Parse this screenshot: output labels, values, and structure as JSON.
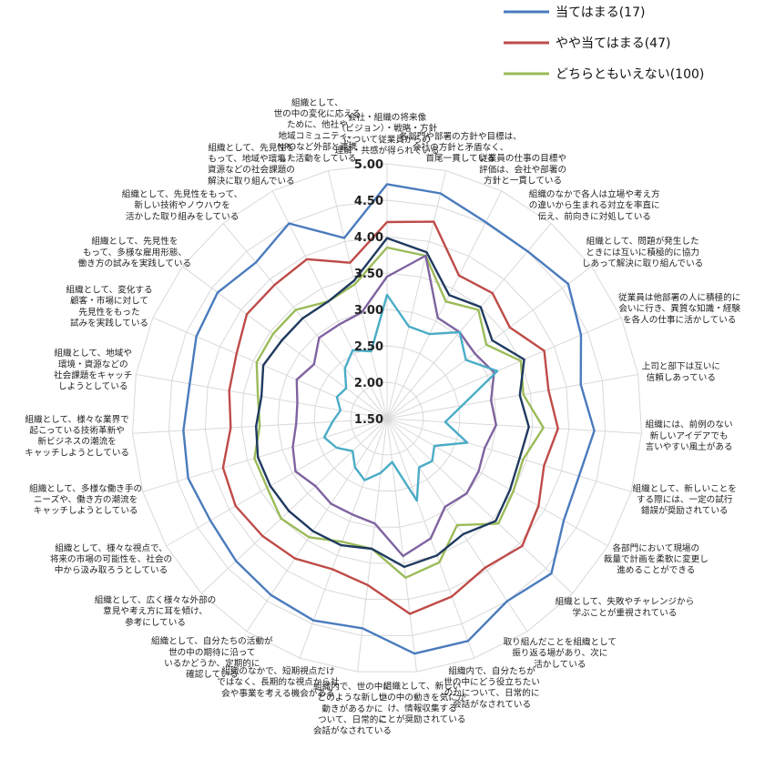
{
  "chart_data": {
    "type": "radar",
    "range": [
      1.5,
      5.0
    ],
    "ticks": [
      "1.50",
      "2.00",
      "2.50",
      "3.00",
      "3.50",
      "4.00",
      "4.50",
      "5.00"
    ],
    "grid": true,
    "legend_position": "top-right",
    "axes": [
      "会社・組織の将来像\n（ビジョン）・戦略・方針\nについて従業員からの\n理解・共感が得られている",
      "各部門や部署の方針や目標は、\n会社の方針と矛盾なく、\n首尾一貫している",
      "従業員の仕事の目標や\n評価は、会社や部署の\n方針と一貫している",
      "組織のなかで各人は立場や考え方\nの違いから生まれる対立を率直に\n伝え、前向きに対処している",
      "組織として、問題が発生した\nときには互いに積極的に協力\nしあって解決に取り組んでいる",
      "従業員は他部署の人に積極的に\n会いに行き、異質な知識・経験\nを各人の仕事に活かしている",
      "上司と部下は互いに\n信頼しあっている",
      "組織には、前例のない\n新しいアイデアでも\n言いやすい風土がある",
      "組織として、新しいことを\nする際には、一定の試行\n錯誤が奨励されている",
      "各部門において現場の\n裁量で計画を柔軟に変更し\n進めることができる",
      "組織として、失敗やチャレンジから\n学ぶことが重視されている",
      "取り組んだことを組織として\n振り返る場があり、次に\n活かしている",
      "組織内で、自分たちが\n世の中にどう役立ちたい\nのかについて、日常的に\n会話がなされている",
      "組織として、新しい\n世の中の動きを気にか\nけ、情報収集する\nことが奨励されている",
      "組織内で、世の中に\nどのような新しい\n動きがあるかに\nついて、日常的に\n会話がなされている",
      "組織のなかで、短期視点だけ\nではなく、長期的な視点から社\n会や事業を考える機会がある",
      "組織として、自分たちの活動が\n世の中の期待に沿って\nいるかどうか、定期的に\n確認している",
      "組織として、広く様々な外部の\n意見や考え方に耳を傾け、\n参考にしている",
      "組織として、様々な視点で、\n将来の市場の可能性を、社会の\n中から汲み取ろうとしている",
      "組織として、多様な働き手の\nニーズや、働き方の潮流を\nキャッチしようとしている",
      "組織として、様々な業界で\n起こっている技術革新や\n新ビジネスの潮流を\nキャッチしようとしている",
      "組織として、地域や\n環境・資源などの\n社会課題をキャッチ\nしようとしている",
      "組織として、変化する\n顧客・市場に対して\n先見性をもった\n試みを実践している",
      "組織として、先見性を\nもって、多様な雇用形態、\n働き方の試みを実践している",
      "組織として、先見性をもって、\n新しい技術やノウハウを\n活かした取り組みをしている",
      "組織として、先見性を\nもって、地域や環境・\n資源などの社会課題の\n解決に取り組んでいる",
      "組織として、\n世の中の変化に応える\nために、他社や\n地域コミュニティ、\nNPOなど外部と連携\nした活動をしている"
    ],
    "series": [
      {
        "name": "当てはまる(17)",
        "color": "#4a7bbd",
        "legend": true,
        "values": [
          4.72,
          4.68,
          4.52,
          4.5,
          4.6,
          4.4,
          4.2,
          4.35,
          4.25,
          4.3,
          4.6,
          4.5,
          4.75,
          4.75,
          4.4,
          4.45,
          4.4,
          4.35,
          4.3,
          4.35,
          4.3,
          4.25,
          4.35,
          4.4,
          4.3,
          4.5,
          4.05
        ]
      },
      {
        "name": "やや当てはまる(47)",
        "color": "#be4b48",
        "legend": true,
        "values": [
          4.2,
          4.28,
          3.7,
          3.75,
          3.6,
          3.85,
          3.75,
          3.85,
          3.75,
          3.9,
          4.05,
          3.95,
          4.1,
          4.2,
          3.8,
          3.7,
          3.8,
          3.85,
          3.9,
          3.85,
          3.65,
          3.7,
          3.75,
          3.9,
          3.9,
          3.95,
          3.7
        ]
      },
      {
        "name": "どちらともいえない(100)",
        "color": "#9bbb59",
        "legend": true,
        "values": [
          3.85,
          3.8,
          3.3,
          3.45,
          3.2,
          3.5,
          3.4,
          3.65,
          3.45,
          3.5,
          3.6,
          3.25,
          3.6,
          3.7,
          3.3,
          3.3,
          3.45,
          3.5,
          3.4,
          3.4,
          3.25,
          3.3,
          3.45,
          3.45,
          3.45,
          3.3,
          3.4
        ]
      },
      {
        "name": "",
        "color": "#1f3a5f",
        "legend": false,
        "values": [
          3.98,
          3.85,
          3.4,
          3.5,
          3.3,
          3.55,
          3.35,
          3.45,
          3.4,
          3.45,
          3.55,
          3.4,
          3.5,
          3.55,
          3.3,
          3.35,
          3.35,
          3.35,
          3.35,
          3.35,
          3.3,
          3.25,
          3.35,
          3.3,
          3.3,
          3.3,
          3.45
        ]
      },
      {
        "name": "",
        "color": "#7f63a0",
        "legend": false,
        "values": [
          3.45,
          3.8,
          3.05,
          3.05,
          3.0,
          3.1,
          2.95,
          3.0,
          2.9,
          2.95,
          3.0,
          2.95,
          3.25,
          3.4,
          2.95,
          2.9,
          2.9,
          2.85,
          2.95,
          2.85,
          2.75,
          2.75,
          2.85,
          2.75,
          2.95,
          2.95,
          3.0
        ]
      },
      {
        "name": "",
        "color": "#4aacc6",
        "legend": false,
        "values": [
          3.2,
          2.8,
          2.8,
          3.05,
          2.85,
          3.15,
          2.55,
          2.3,
          2.65,
          2.25,
          2.35,
          2.3,
          2.7,
          2.1,
          2.25,
          2.4,
          2.3,
          2.15,
          2.3,
          2.4,
          2.25,
          2.15,
          2.25,
          2.2,
          2.4,
          2.55,
          2.45
        ]
      }
    ]
  }
}
